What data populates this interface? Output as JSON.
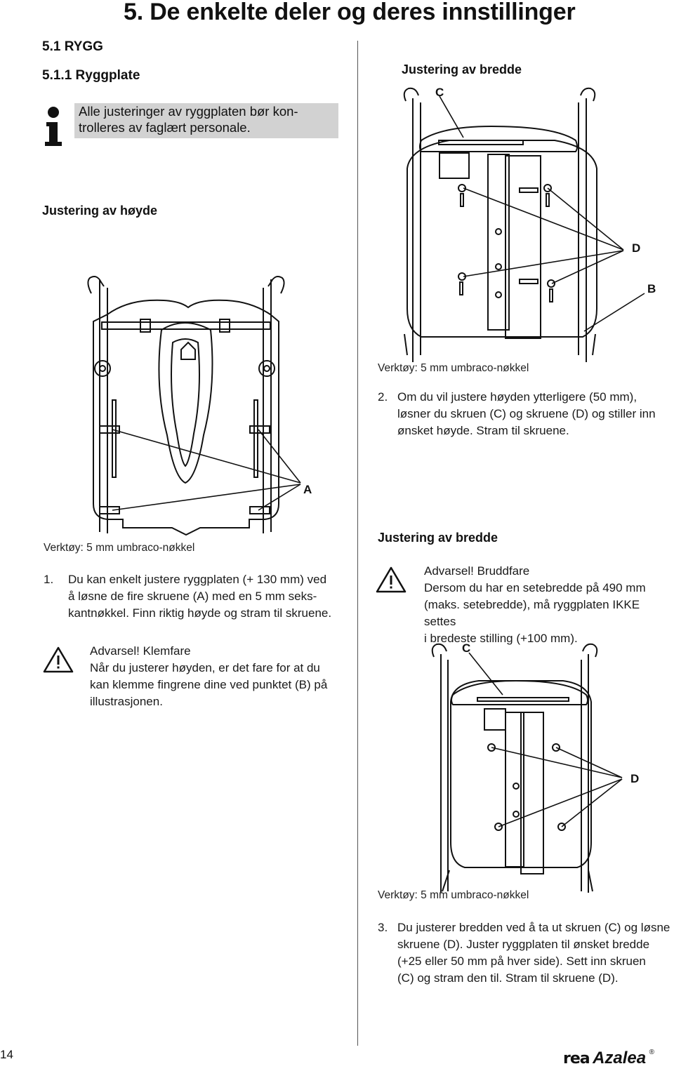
{
  "page_title": "5. De enkelte deler og deres innstillinger",
  "section": "5.1 RYGG",
  "subsection": "5.1.1 Ryggplate",
  "info_note": {
    "line1": "Alle justeringer av ryggplaten bør kon-",
    "line2": "trolleres av faglært personale."
  },
  "left": {
    "heading": "Justering av høyde",
    "label_a": "A",
    "tool": "Verktøy: 5 mm umbraco-nøkkel",
    "step_number": "1.",
    "step_lines": [
      "Du kan enkelt justere ryggplaten  (+ 130 mm) ved",
      "å løsne de fire skruene (A) med en 5 mm seks-",
      "kantnøkkel. Finn riktig høyde og stram til skruene."
    ],
    "warning_lines": [
      "Advarsel! Klemfare",
      "Når du justerer høyden, er det fare for at du",
      "kan klemme fingrene dine ved punktet (B) på",
      "illustrasjonen."
    ]
  },
  "right_top": {
    "heading": "Justering av bredde",
    "label_c": "C",
    "label_d": "D",
    "label_b": "B",
    "tool": "Verktøy: 5 mm umbraco-nøkkel",
    "step_number": "2.",
    "step_lines": [
      "Om du vil justere høyden ytterligere (50 mm),",
      "løsner du skruen (C) og skruene (D) og stiller inn",
      "ønsket høyde. Stram til skruene."
    ]
  },
  "right_bottom": {
    "heading": "Justering av bredde",
    "warning_lines": [
      "Advarsel! Bruddfare",
      "Dersom du har en setebredde på 490 mm",
      "(maks. setebredde), må ryggplaten IKKE settes",
      "i bredeste stilling (+100 mm)."
    ],
    "label_c": "C",
    "label_d": "D",
    "tool": "Verktøy: 5 mm umbraco-nøkkel",
    "step_number": "3.",
    "step_lines": [
      "Du justerer bredden ved å ta ut skruen (C) og løsne",
      "skruene (D). Juster ryggplaten til ønsket bredde",
      "(+25 eller 50 mm på hver side).  Sett inn skruen",
      "(C) og stram den til. Stram til skruene (D)."
    ]
  },
  "page_number": "14",
  "brand": {
    "rea": "rea",
    "azalea": "Azalea",
    "mark": "®"
  },
  "colors": {
    "info_box_bg": "#d2d2d2",
    "text": "#1a1a1a",
    "warning_triangle": "#ffffff"
  }
}
